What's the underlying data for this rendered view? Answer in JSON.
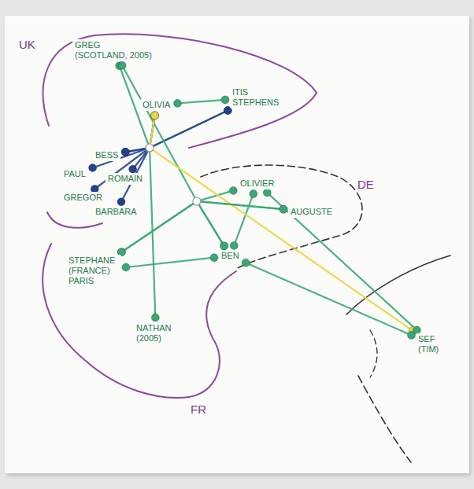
{
  "diagram": {
    "nodes": [
      {
        "text": [
          "GREG (SCOTLAND, 2005)"
        ]
      },
      {
        "text": [
          "OLIVIA"
        ]
      },
      {
        "text": [
          "ITIS STEPHENS"
        ]
      },
      {
        "text": [
          "BESS"
        ]
      },
      {
        "text": [
          "PAUL"
        ]
      },
      {
        "text": [
          "ROMAIN"
        ]
      },
      {
        "text": [
          "GREGOR"
        ]
      },
      {
        "text": [
          "BARBARA"
        ]
      },
      {
        "text": [
          "OLIVIER"
        ]
      },
      {
        "text": [
          "AUGUSTE"
        ]
      },
      {
        "text": [
          "BEN"
        ]
      },
      {
        "text": [
          "STEPHANE (FRANCE) PARIS"
        ]
      },
      {
        "text": [
          "NATHAN (2005)"
        ]
      },
      {
        "text": [
          "SEF (TIM)"
        ]
      }
    ],
    "edges": [
      {
        "from": 0,
        "to": 2,
        "arrow": "none"
      },
      {
        "from": 1,
        "to": 2,
        "arrow": "none"
      },
      {
        "from": 3,
        "to": 2,
        "arrow": "none"
      },
      {
        "from": 4,
        "to": 3,
        "arrow": "none"
      },
      {
        "from": 6,
        "to": 1,
        "arrow": "none"
      },
      {
        "from": 7,
        "to": 5,
        "arrow": "none"
      },
      {
        "from": 0,
        "to": 10,
        "arrow": "none"
      },
      {
        "from": 11,
        "to": 8,
        "arrow": "none"
      },
      {
        "from": 11,
        "to": 9,
        "arrow": "none"
      },
      {
        "from": 11,
        "to": 10,
        "arrow": "none"
      },
      {
        "from": 8,
        "to": 10,
        "arrow": "none"
      },
      {
        "from": 12,
        "to": 1,
        "arrow": "none"
      },
      {
        "from": 1,
        "to": 13,
        "arrow": "none"
      },
      {
        "from": 8,
        "to": 13,
        "arrow": "none"
      },
      {
        "from": 9,
        "to": 10,
        "arrow": "none"
      },
      {
        "from": 10,
        "to": 13,
        "arrow": "none"
      }
    ],
    "labels": [
      "UK",
      "DE",
      "FR"
    ]
  }
}
